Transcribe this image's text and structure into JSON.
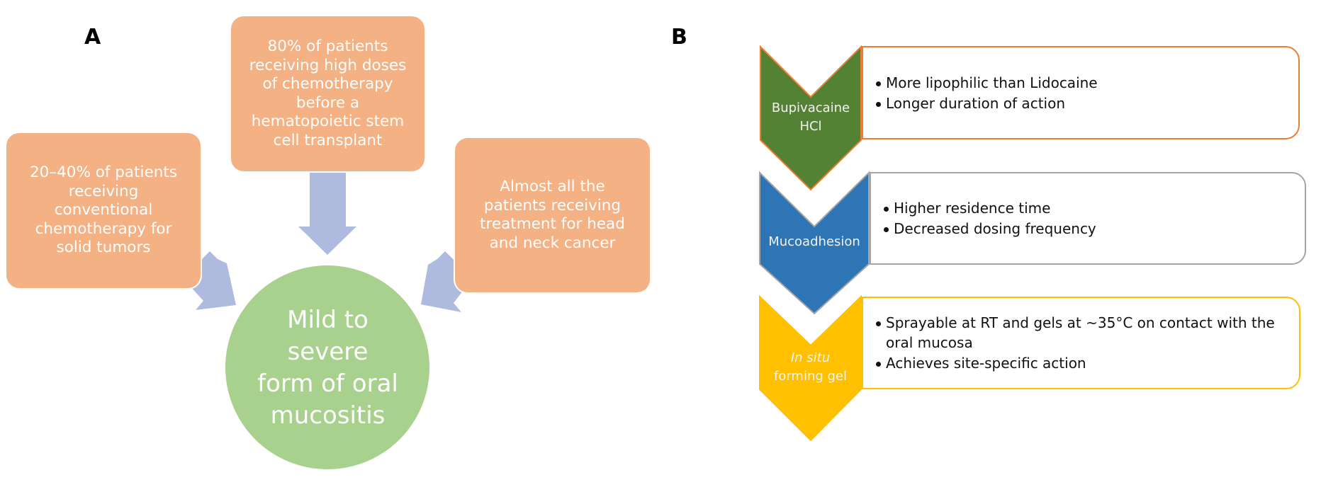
{
  "panel_a": {
    "label": "A",
    "boxes": [
      {
        "id": "solid-tumors",
        "lines": [
          "20–40% of patients",
          "receiving",
          "conventional",
          "chemotherapy for",
          "solid tumors"
        ]
      },
      {
        "id": "stem-cell",
        "lines": [
          "80% of patients",
          "receiving high doses",
          "of chemotherapy",
          "before a",
          "hematopoietic stem",
          "cell transplant"
        ]
      },
      {
        "id": "head-neck",
        "lines": [
          "Almost all the",
          "patients receiving",
          "treatment for head",
          "and neck cancer"
        ]
      }
    ],
    "outcome": {
      "lines": [
        "Mild to",
        "severe",
        "form of oral",
        "mucositis"
      ]
    },
    "colors": {
      "box": "#F4B183",
      "arrow": "#AFBADF",
      "circle": "#A9D18E"
    }
  },
  "panel_b": {
    "label": "B",
    "rows": [
      {
        "id": "bupivacaine",
        "label_lines": [
          "Bupivacaine",
          "HCl"
        ],
        "label_italic": "",
        "bullets": [
          "More lipophilic than Lidocaine",
          "Longer duration of action"
        ],
        "fill": "#548235",
        "stroke": "#ED7D31",
        "box_border": "#ED7D31"
      },
      {
        "id": "mucoadhesion",
        "label_lines": [
          "Mucoadhesion"
        ],
        "label_italic": "",
        "bullets": [
          "Higher residence time",
          "Decreased dosing frequency"
        ],
        "fill": "#2E75B6",
        "stroke": "#A5A5A5",
        "box_border": "#A5A5A5"
      },
      {
        "id": "in-situ-gel",
        "label_lines": [
          "forming gel"
        ],
        "label_italic": "In situ",
        "bullets": [
          "Sprayable at RT and gels at ~35°C on contact with the oral mucosa",
          "Achieves site-specific action"
        ],
        "fill": "#FFC000",
        "stroke": "#FFC000",
        "box_border": "#FFC000"
      }
    ]
  }
}
